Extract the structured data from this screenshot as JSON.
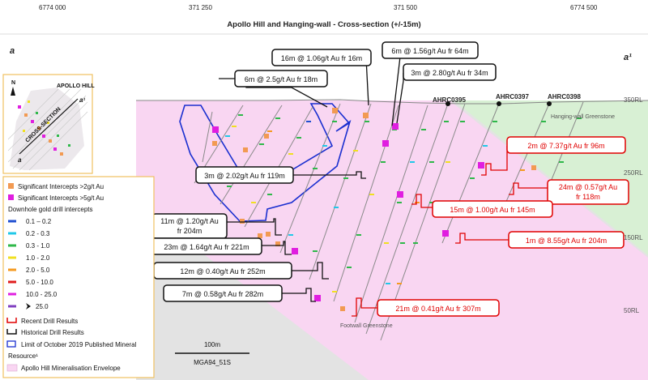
{
  "header": {
    "coords": [
      "6774 000",
      "371 250",
      "371 500",
      "6774 500"
    ],
    "title": "Apollo Hill and Hanging-wall - Cross-section (+/-15m)",
    "section_left": "a",
    "section_right": "a¹"
  },
  "rl_labels": [
    "350RL",
    "250RL",
    "150RL",
    "50RL"
  ],
  "drill_holes": [
    "AHRC0395",
    "AHRC0397",
    "AHRC0398"
  ],
  "zones": {
    "hanging_wall": "Hanging-wall Greenstone",
    "footwall": "Footwall Greenstone"
  },
  "historical_labels": [
    "16m @ 1.06g/t Au fr 16m",
    "6m @ 1.56g/t Au fr 64m",
    "6m @ 2.5g/t Au fr 18m",
    "3m @ 2.80g/t Au fr 34m",
    "3m @ 2.02g/t Au fr 119m",
    "11m @ 1.20g/t Au",
    "fr 204m",
    "23m @ 1.64g/t Au fr 221m",
    "12m @ 0.40g/t Au fr 252m",
    "7m @ 0.58g/t Au fr 282m"
  ],
  "recent_labels": [
    "2m @ 7.37g/t Au fr 96m",
    "24m @ 0.57g/t Au",
    "fr 118m",
    "15m @ 1.00g/t Au fr 145m",
    "1m @ 8.55g/t Au fr 204m",
    "21m @ 0.41g/t Au fr 307m"
  ],
  "inset": {
    "title": "APOLLO HILL",
    "north": "N",
    "section_label": "CROSS-SECTION",
    "end_a": "a",
    "end_a1": "a¹"
  },
  "legend": {
    "sig2": "Significant Intercepts >2g/t Au",
    "sig5": "Significant Intercepts >5g/t Au",
    "downhole_title": "Downhole gold drill intercepts",
    "ranges": [
      {
        "label": "0.1 – 0.2",
        "color": "#1f4fd0"
      },
      {
        "label": "0.2 - 0.3",
        "color": "#20c8e8"
      },
      {
        "label": "0.3 - 1.0",
        "color": "#2fb84a"
      },
      {
        "label": "1.0 - 2.0",
        "color": "#f0e020"
      },
      {
        "label": "2.0 - 5.0",
        "color": "#f59a20"
      },
      {
        "label": "5.0 - 10.0",
        "color": "#e01e1e"
      },
      {
        "label": "10.0 - 25.0",
        "color": "#e020e0"
      },
      {
        "label": "25.0",
        "color": "#8040c0"
      }
    ],
    "recent": "Recent Drill Results",
    "historical": "Historical Drill Results",
    "limit_line1": "Limit of October 2019 Published Mineral",
    "limit_line2": "Resource¹",
    "envelope": "Apollo Hill Mineralisation Envelope"
  },
  "scale": {
    "distance": "100m",
    "projection": "MGA94_51S"
  },
  "colors": {
    "envelope": "#f9d6f2",
    "hanging_wall": "#d8f0d4",
    "footwall": "#e2e2e2",
    "resource_limit": "#1a2fd0",
    "recent": "#e00000",
    "sig2": "#f29a52",
    "sig5": "#e01ee0"
  }
}
